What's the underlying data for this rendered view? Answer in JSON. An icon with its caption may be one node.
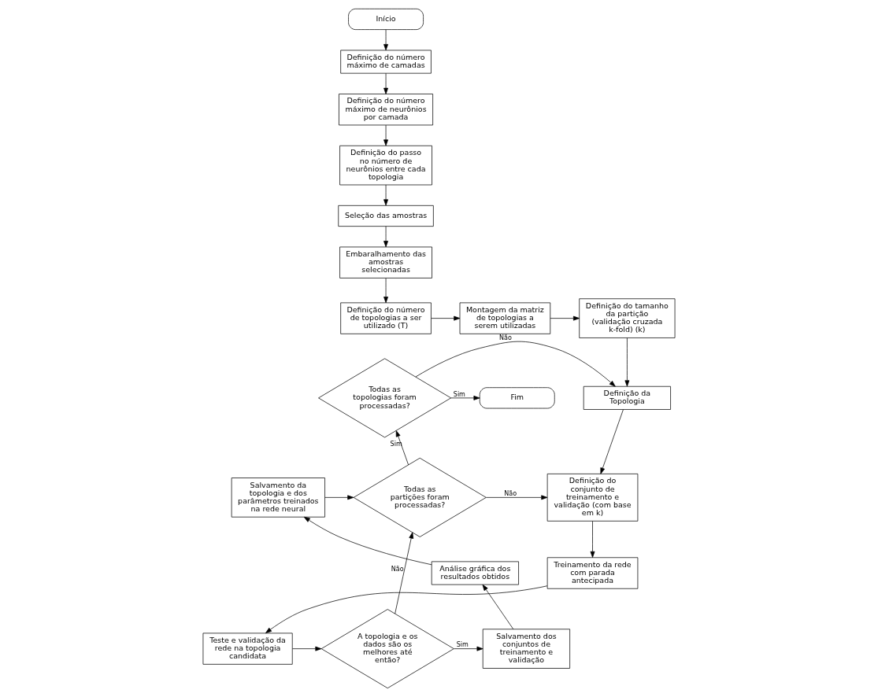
{
  "diagram": {
    "nodes": [
      {
        "text": [
          "Início"
        ]
      },
      {
        "text": [
          "Definição do número máximo de camadas"
        ]
      },
      {
        "text": [
          "Definição do número máximo de neurônios por camada"
        ]
      },
      {
        "text": [
          "Definição do passo no número de neurônios entre cada topologia"
        ]
      },
      {
        "text": [
          "Seleção das amostras"
        ]
      },
      {
        "text": [
          "Embaralhamento das amostras selecionadas"
        ]
      },
      {
        "text": [
          "Definição do número de topologias a ser utilizado (T)"
        ]
      },
      {
        "text": [
          "Montagem da matriz de topologias a serem utilizadas"
        ]
      },
      {
        "text": [
          "Definição do tamanho da partição (validação cruzada k-fold) (k)"
        ]
      },
      {
        "text": [
          "Definição da Topologia"
        ]
      },
      {
        "text": [
          "Todas as topologias foram processadas?"
        ]
      },
      {
        "text": [
          "Fim"
        ]
      },
      {
        "text": [
          "Definição do conjunto de treinamento e validação (com base em k)"
        ]
      },
      {
        "text": [
          "Todas as partições foram processadas?"
        ]
      },
      {
        "text": [
          "Salvamento da topologia e dos parâmetros treinados na rede neural"
        ]
      },
      {
        "text": [
          "Treinamento da rede com parada antecipada"
        ]
      },
      {
        "text": [
          "Análise gráfica dos resultados obtidos"
        ]
      },
      {
        "text": [
          "Teste e validação da rede na topologia candidata"
        ]
      },
      {
        "text": [
          "A topologia e os dados são os melhores até então?"
        ]
      },
      {
        "text": [
          "Salvamento dos conjuntos de treinamento e validação"
        ]
      }
    ],
    "edges": [
      {
        "from": 0,
        "to": 1,
        "arrow": "to"
      },
      {
        "from": 1,
        "to": 2,
        "arrow": "to"
      },
      {
        "from": 2,
        "to": 3,
        "arrow": "to"
      },
      {
        "from": 3,
        "to": 4,
        "arrow": "to"
      },
      {
        "from": 4,
        "to": 5,
        "arrow": "to"
      },
      {
        "from": 5,
        "to": 6,
        "arrow": "to"
      },
      {
        "from": 6,
        "to": 7,
        "arrow": "to"
      },
      {
        "from": 7,
        "to": 8,
        "arrow": "to"
      },
      {
        "from": 8,
        "to": 9,
        "arrow": "to"
      },
      {
        "from": 9,
        "to": 12,
        "arrow": "to"
      },
      {
        "from": 12,
        "to": 15,
        "arrow": "to"
      },
      {
        "from": 15,
        "to": 17,
        "arrow": "to"
      },
      {
        "from": 17,
        "to": 18,
        "arrow": "to"
      },
      {
        "from": 18,
        "to": 19,
        "arrow": "to",
        "label": "Sim"
      },
      {
        "from": 18,
        "to": 13,
        "arrow": "to",
        "label": "Não"
      },
      {
        "from": 19,
        "to": 16,
        "arrow": "to"
      },
      {
        "from": 16,
        "to": 14,
        "arrow": "to"
      },
      {
        "from": 14,
        "to": 13,
        "arrow": "to"
      },
      {
        "from": 13,
        "to": 12,
        "arrow": "to",
        "label": "Não"
      },
      {
        "from": 13,
        "to": 10,
        "arrow": "to",
        "label": "Sim"
      },
      {
        "from": 10,
        "to": 9,
        "arrow": "to",
        "label": "Não"
      },
      {
        "from": 10,
        "to": 11,
        "arrow": "to",
        "label": "Sim"
      }
    ]
  }
}
